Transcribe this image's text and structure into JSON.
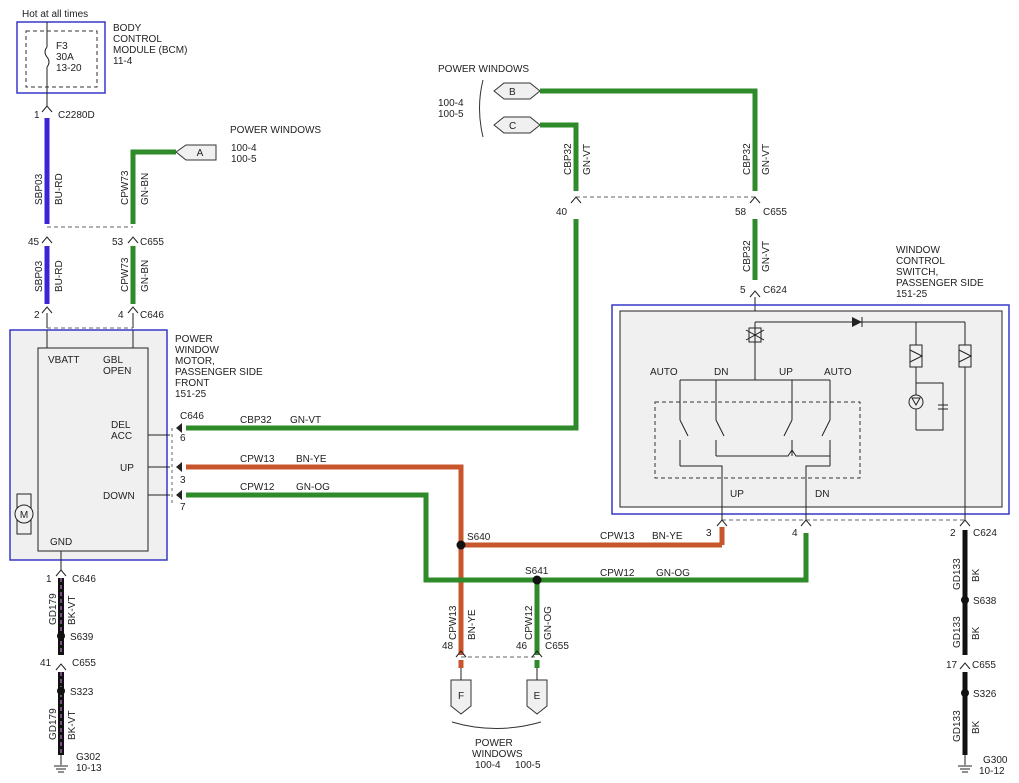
{
  "labels": {
    "hot": "Hot at all times",
    "bcm": [
      "BODY",
      "CONTROL",
      "MODULE (BCM)",
      "11-4"
    ],
    "fuse": [
      "F3",
      "30A",
      "13-20"
    ],
    "pw_top": "POWER WINDOWS",
    "pw_left": "POWER WINDOWS",
    "pw_left_pages": [
      "100-4",
      "100-5"
    ],
    "pw_top_pages": [
      "100-4",
      "100-5"
    ],
    "pw_bottom": [
      "POWER",
      "WINDOWS"
    ],
    "pw_bottom_pages": [
      "100-4",
      "100-5"
    ],
    "motor_title": [
      "POWER",
      "WINDOW",
      "MOTOR,",
      "PASSENGER SIDE",
      "FRONT",
      "151-25"
    ],
    "switch_title": [
      "WINDOW",
      "CONTROL",
      "SWITCH,",
      "PASSENGER SIDE",
      "151-25"
    ],
    "vbatt": "VBATT",
    "gbl": [
      "GBL",
      "OPEN"
    ],
    "del": [
      "DEL",
      "ACC"
    ],
    "up": "UP",
    "down": "DOWN",
    "gnd": "GND",
    "motor_m": "M",
    "auto_left": "AUTO",
    "dn": "DN",
    "up_sw": "UP",
    "auto_right": "AUTO",
    "up_out": "UP",
    "dn_out": "DN",
    "pins": {
      "p1_c2280d": "1",
      "c2280d": "C2280D",
      "p45": "45",
      "p53": "53",
      "c655_a": "C655",
      "p2": "2",
      "p4": "4",
      "c646_a": "C646",
      "c646_b": "C646",
      "p6": "6",
      "p3": "3",
      "p7": "7",
      "p40": "40",
      "p58": "58",
      "c655_b": "C655",
      "p5": "5",
      "c624_a": "C624",
      "p3_sw": "3",
      "p4_sw": "4",
      "p2_sw": "2",
      "c624_b": "C624",
      "p1_gnd": "1",
      "c646_c": "C646",
      "p41": "41",
      "c655_c": "C655",
      "p48": "48",
      "p46": "46",
      "c655_d": "C655",
      "p17": "17",
      "c655_e": "C655"
    },
    "splices": {
      "s640": "S640",
      "s641": "S641",
      "s639": "S639",
      "s323": "S323",
      "s638": "S638",
      "s326": "S326"
    },
    "grounds": {
      "g302": "G302",
      "g302_page": "10-13",
      "g300": "G300",
      "g300_page": "10-12"
    },
    "flags": {
      "a": "A",
      "b": "B",
      "c": "C",
      "e": "E",
      "f": "F"
    }
  },
  "wires": {
    "sbp03_circuit": "SBP03",
    "sbp03_color": "BU-RD",
    "cpw73_circuit": "CPW73",
    "cpw73_color": "GN-BN",
    "cbp32_circuit": "CBP32",
    "cbp32_color": "GN-VT",
    "cpw13_circuit": "CPW13",
    "cpw13_color": "BN-YE",
    "cpw12_circuit": "CPW12",
    "cpw12_color": "GN-OG",
    "gd179_circuit": "GD179",
    "gd179_color": "BK-VT",
    "gd133_circuit": "GD133",
    "gd133_color": "BK"
  },
  "colors": {
    "blue": "#3a24d6",
    "green": "#2f8a2a",
    "red": "#c8562c",
    "black": "#111111",
    "violet": "#7a4a86",
    "box_border": "#3838c8"
  }
}
